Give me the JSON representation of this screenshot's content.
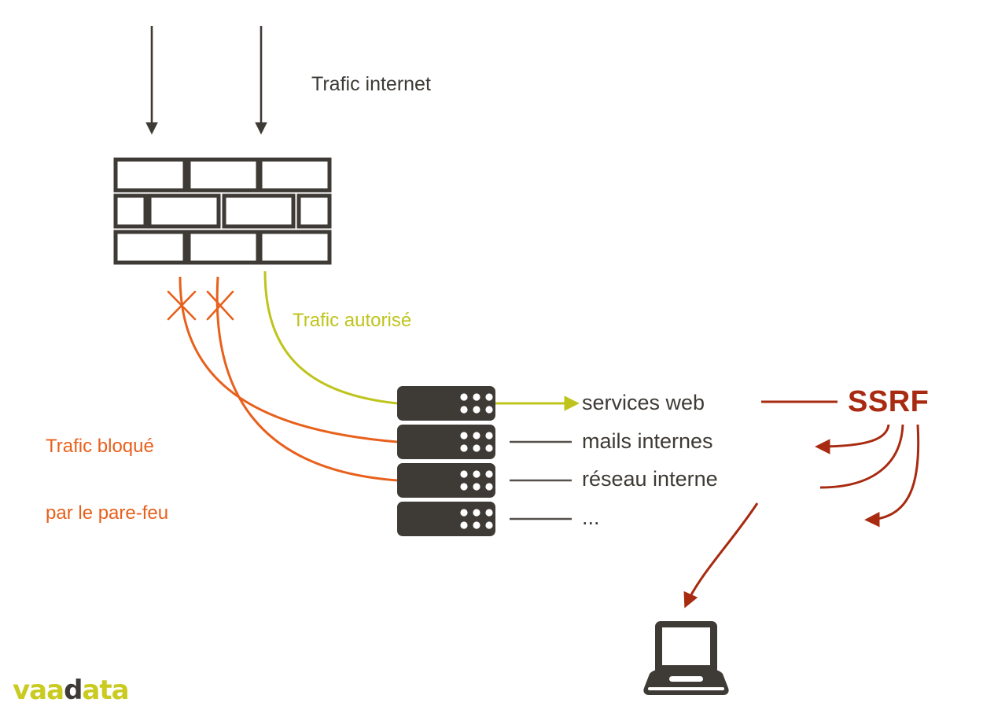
{
  "diagram": {
    "title": "SSRF attack through firewall to internal services",
    "colors": {
      "dark": "#3e3a35",
      "green_allowed": "#bfc41d",
      "orange_blocked": "#e8601c",
      "red_ssrf": "#a82a10",
      "logo_green": "#c9cb20",
      "background": "#ffffff",
      "connector_gray": "#55504a"
    },
    "labels": {
      "trafic_internet": "Trafic internet",
      "trafic_autorise": "Trafic autorisé",
      "trafic_bloque_line1": "Trafic bloqué",
      "trafic_bloque_line2": "par le pare-feu",
      "ssrf": "SSRF"
    },
    "services": [
      {
        "name": "services web",
        "connector": "arrow-green"
      },
      {
        "name": "mails internes",
        "connector": "line-gray"
      },
      {
        "name": "réseau interne",
        "connector": "line-gray"
      },
      {
        "name": "...",
        "connector": "line-gray"
      }
    ],
    "firewall": {
      "name": "pare-feu",
      "rows": 3,
      "bricks_per_row": [
        3,
        4,
        3
      ]
    },
    "incoming_arrows": 2,
    "blocked_flows": 2,
    "allowed_flows": 1,
    "blocked_markers": 2,
    "ssrf_arrows": 3,
    "target_device": "laptop",
    "logo": {
      "text_part1": "vaa",
      "text_part2": "d",
      "text_part3": "ata",
      "full": "vaadata"
    }
  }
}
